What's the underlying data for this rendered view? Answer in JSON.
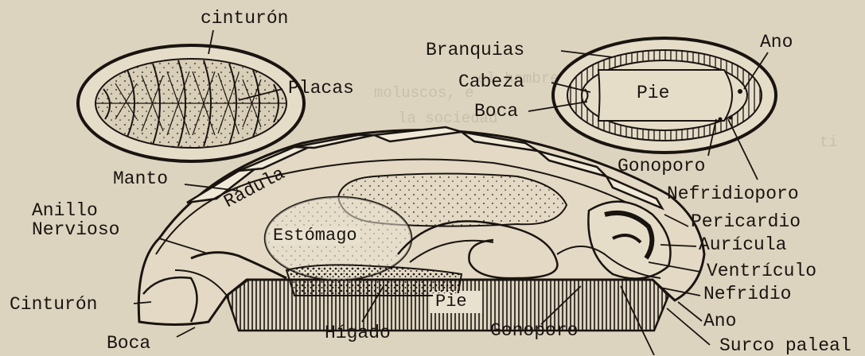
{
  "labels": {
    "cinturon_top": "cinturón",
    "placas": "Placas",
    "branquias": "Branquias",
    "ano_top": "Ano",
    "cabeza": "Cabeza",
    "pie_ventral": "Pie",
    "boca_top": "Boca",
    "gonoporo_top": "Gonoporo",
    "nefridioporo": "Nefridioporo",
    "manto": "Manto",
    "radula": "Rádula",
    "anillo": "Anillo",
    "nervioso": "Nervioso",
    "estomago": "Estómago",
    "pericardio": "Pericardio",
    "auricula": "Aurícula",
    "ventriculo": "Ventrículo",
    "nefridio": "Nefridio",
    "cinturon_side": "Cinturón",
    "pie_side": "Pie",
    "ano_side": "Ano",
    "boca_side": "Boca",
    "higado": "Hígado",
    "gonoporo_side": "Gonoporo",
    "surco_paleal": "Surco paleal"
  },
  "background_text": [
    "el hombre prim",
    "moluscos, e",
    "la sociedad",
    "ti"
  ],
  "colors": {
    "paper": "#ddd4c0",
    "ink": "#1a1410"
  }
}
